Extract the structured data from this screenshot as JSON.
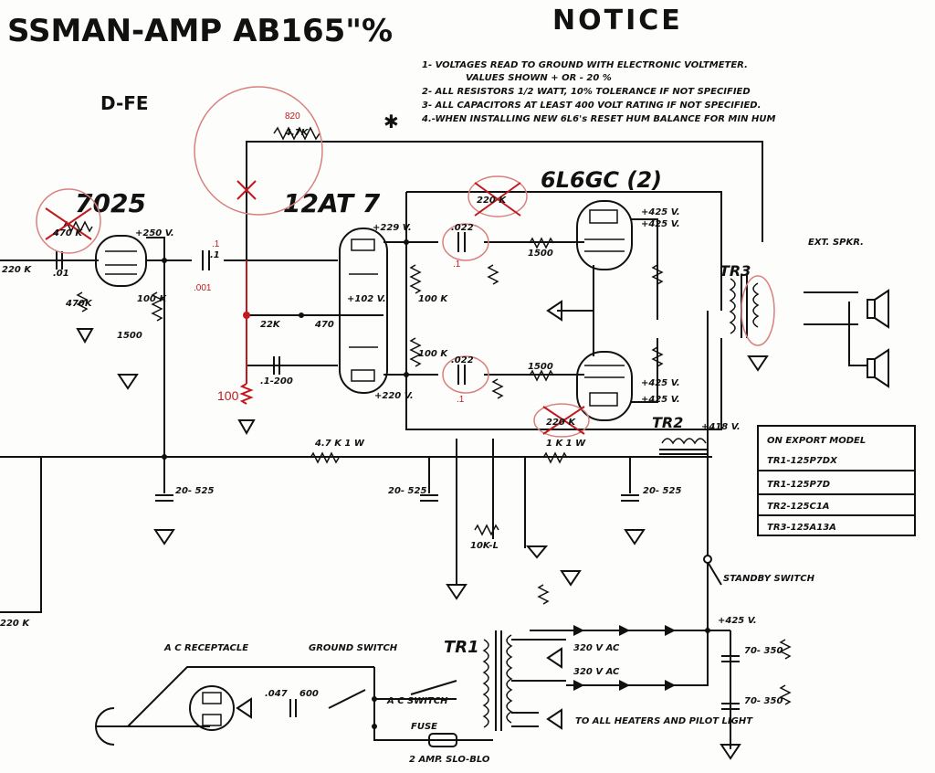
{
  "title": "SSMAN-AMP AB165\"%",
  "notice": {
    "heading": "NOTICE",
    "lines": [
      "1- VOLTAGES READ TO GROUND WITH ELECTRONIC VOLTMETER.",
      "VALUES SHOWN + OR - 20 %",
      "2- ALL RESISTORS 1/2 WATT, 10% TOLERANCE IF NOT SPECIFIED",
      "3- ALL CAPACITORS AT LEAST 400 VOLT RATING IF NOT SPECIFIED.",
      "4.-WHEN INSTALLING NEW 6L6's RESET HUM BALANCE FOR MIN HUM"
    ],
    "star": "✱"
  },
  "mod_label": "D-FE",
  "tubes": {
    "v1": "7025",
    "v2": "12AT 7",
    "v3": "6L6GC (2)"
  },
  "transformers": {
    "tr1": "TR1",
    "tr2": "TR2",
    "tr3": "TR3"
  },
  "labels": {
    "ext_spkr": "EXT. SPKR.",
    "standby": "STANDBY SWITCH",
    "ac_receptacle": "A C RECEPTACLE",
    "ground_switch": "GROUND SWITCH",
    "ac_switch": "A C SWITCH",
    "fuse": "FUSE",
    "fuse_rating": "2 AMP. SLO-BLO",
    "heaters": "TO ALL HEATERS AND PILOT LIGHT",
    "ac320_1": "320 V AC",
    "ac320_2": "320 V AC",
    "b_plus": "+425 V."
  },
  "component_values": {
    "r_47k_fb": "4.7K",
    "r_470k": "470 K",
    "r_220k_in": "220 K",
    "c_01_in": ".01",
    "r_470k_g": "470K",
    "r_1500_k": "1500",
    "r_100k_p": "100 K",
    "v_250": "+250 V.",
    "c_1": ".1",
    "v_229": "+229 V.",
    "v_220": "+220 V.",
    "c_022_a": ".022",
    "c_022_b": ".022",
    "r_220k_a": "220 K",
    "r_220k_b": "220 K",
    "r_1500_a": "1500",
    "r_1500_b": "1500",
    "v_425_a": "+425 V.",
    "v_425_b": "+425 V.",
    "v_425_c": "+425 V.",
    "v_425_d": "+425 V.",
    "r_100k_a": "100 K",
    "r_100k_b": "100 K",
    "r_22k": "22K",
    "r_470": "470",
    "v_102": "+102 V.",
    "c_1_200": ".1-200",
    "r_47k_1w": "4.7 K 1 W",
    "r_1k_1w": "1 K 1 W",
    "c_20_525_a": "20- 525",
    "c_20_525_b": "20- 525",
    "c_20_525_c": "20- 525",
    "r_10k_l": "10K-L",
    "r_220k_bot": "220 K",
    "c_047": ".047",
    "c_600": "600",
    "c_70_350_a": "70- 350",
    "c_70_350_b": "70- 350",
    "v_418": "+418 V."
  },
  "red_annotations": {
    "r820": "820",
    "c001": ".001",
    "c1_a": ".1",
    "c1_b": ".1",
    "c1_c": ".1",
    "r100": "100"
  },
  "export_table": {
    "header": "ON EXPORT MODEL",
    "rows": [
      "TR1-125P7DX",
      "TR1-125P7D",
      "TR2-125C1A",
      "TR3-125A13A"
    ]
  },
  "colors": {
    "ink": "#111111",
    "red": "#c0181e",
    "paper": "#fdfdfb"
  }
}
